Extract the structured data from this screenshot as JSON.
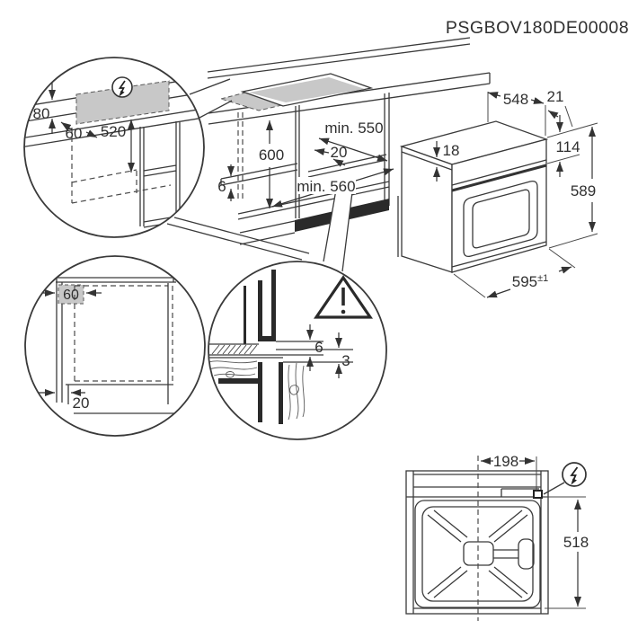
{
  "title": "PSGBOV180DE00008",
  "colors": {
    "line": "#3a3a3a",
    "text": "#2f2f2f",
    "gray_zone": "#c8c8c8",
    "black_fill": "#2a2a2a"
  },
  "detail_electrical": {
    "icon": "lightning-bolt",
    "dims": {
      "zone_height": "80",
      "front_offset": "60",
      "below_worktop": "520"
    }
  },
  "cabinet": {
    "dims": {
      "niche_height": "600",
      "niche_depth_min": "min. 550",
      "support_setback": "20",
      "support_thickness": "6",
      "niche_width_min": "min. 560"
    }
  },
  "oven": {
    "dims": {
      "body_depth": "548",
      "front_overhang": "21",
      "top_recess": "18",
      "control_panel_height": "114",
      "overall_height": "589",
      "overall_width": "595",
      "width_tolerance": "±1"
    }
  },
  "detail_side": {
    "dims": {
      "top_front_clearance": "60",
      "plinth_recess": "20"
    }
  },
  "detail_front_gap": {
    "icon": "warning-triangle",
    "dims": {
      "gap_above": "6",
      "gap_below": "3"
    }
  },
  "rear_view": {
    "icon": "lightning-bolt",
    "dims": {
      "mains_offset_from_center": "198",
      "rear_panel_height": "518"
    }
  }
}
